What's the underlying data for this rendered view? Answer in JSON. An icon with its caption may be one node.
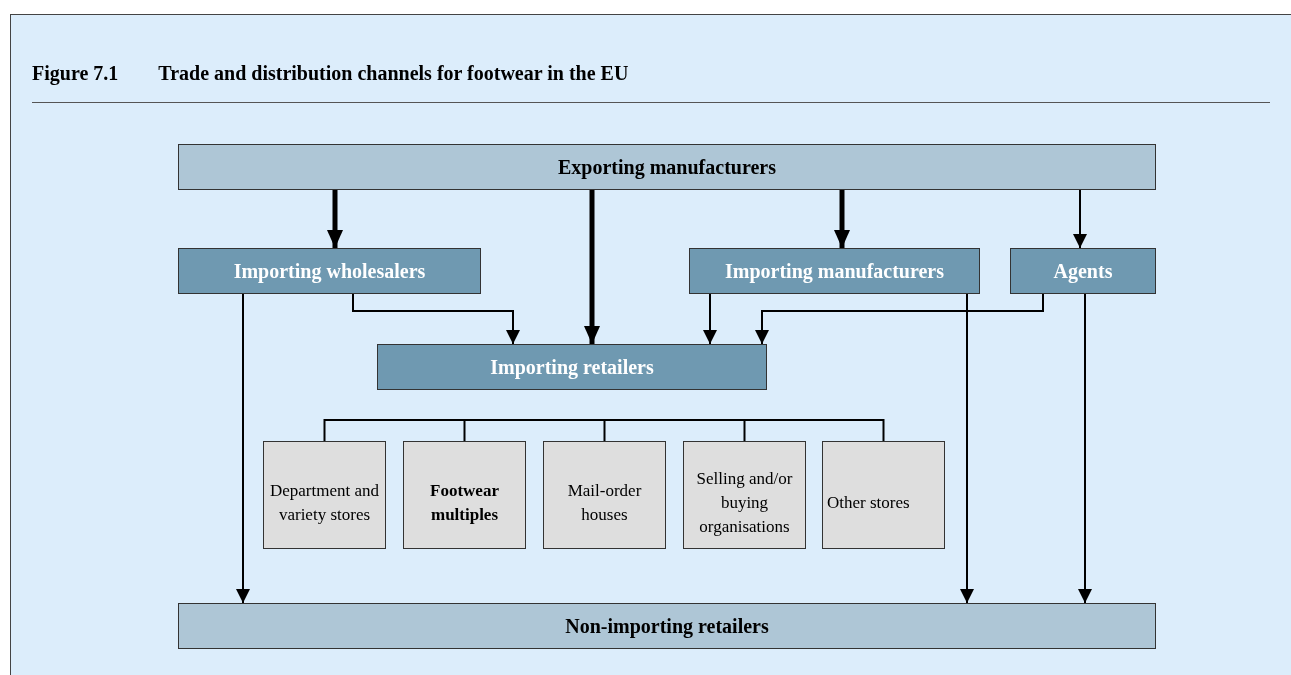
{
  "diagram": {
    "title": "Trade and distribution channels for footwear in the EU",
    "labels": [
      "Figure 7.1"
    ],
    "nodes": [
      {
        "text": [
          "Exporting manufacturers"
        ]
      },
      {
        "text": [
          "Importing wholesalers"
        ]
      },
      {
        "text": [
          "Importing manufacturers"
        ]
      },
      {
        "text": [
          "Agents"
        ]
      },
      {
        "text": [
          "Importing retailers"
        ]
      },
      {
        "text": [
          "Department and variety stores"
        ]
      },
      {
        "text": [
          "Footwear multiples"
        ]
      },
      {
        "text": [
          "Mail-order houses"
        ]
      },
      {
        "text": [
          "Selling and/or buying organisations"
        ]
      },
      {
        "text": [
          "Other stores"
        ]
      },
      {
        "text": [
          "Non-importing retailers"
        ]
      }
    ],
    "edges": [
      {
        "from": 0,
        "to": 1,
        "arrow": "to",
        "style": "thick"
      },
      {
        "from": 0,
        "to": 4,
        "arrow": "to",
        "style": "thick"
      },
      {
        "from": 0,
        "to": 2,
        "arrow": "to",
        "style": "thick"
      },
      {
        "from": 0,
        "to": 3,
        "arrow": "to"
      },
      {
        "from": 1,
        "to": 4,
        "arrow": "to"
      },
      {
        "from": 2,
        "to": 4,
        "arrow": "to"
      },
      {
        "from": 3,
        "to": 4,
        "arrow": "to"
      },
      {
        "from": 1,
        "to": 10,
        "arrow": "to"
      },
      {
        "from": 2,
        "to": 10,
        "arrow": "to"
      },
      {
        "from": 3,
        "to": 10,
        "arrow": "to"
      }
    ]
  }
}
